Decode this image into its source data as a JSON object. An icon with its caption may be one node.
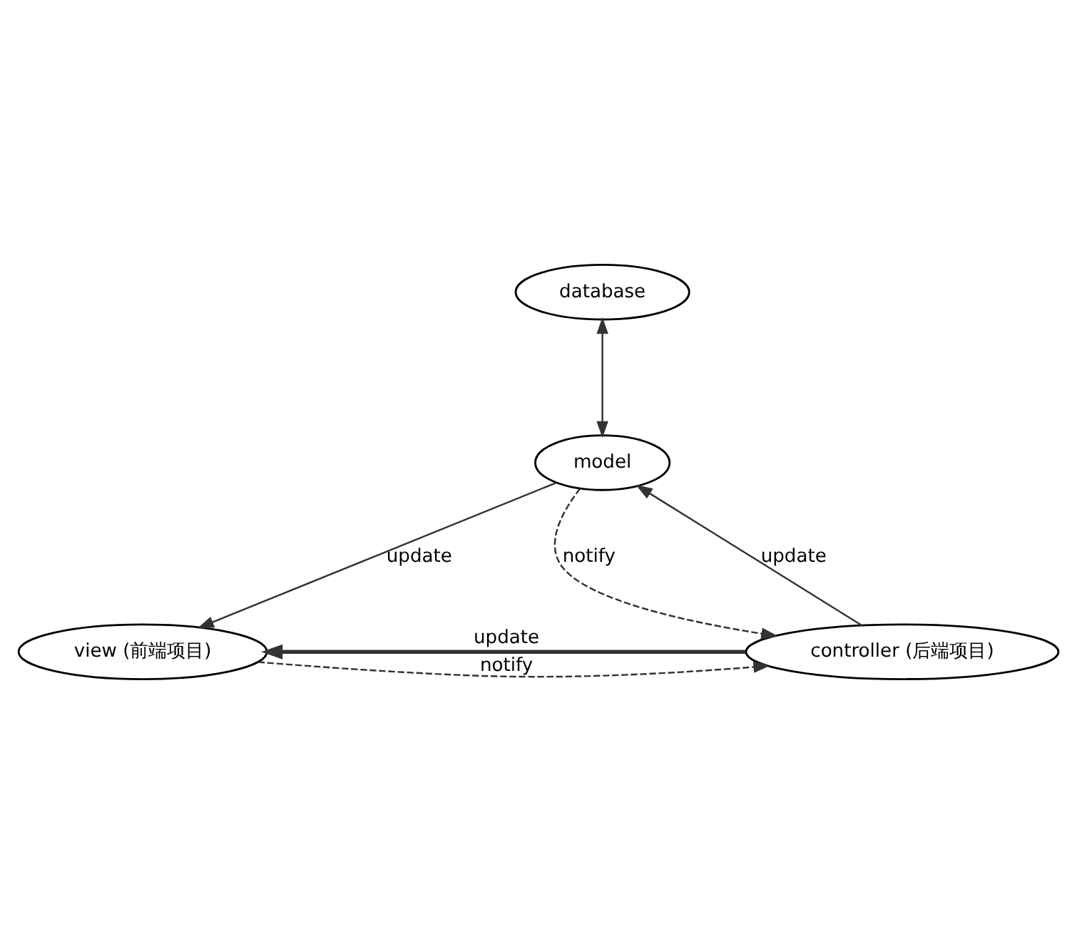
{
  "diagram": {
    "nodes": [
      {
        "text": [
          "database"
        ]
      },
      {
        "text": [
          "model"
        ]
      },
      {
        "text": [
          "view (前端项目)"
        ]
      },
      {
        "text": [
          "controller (后端项目)"
        ]
      }
    ],
    "edges": [
      {
        "from": 0,
        "to": 1,
        "arrow": "both"
      },
      {
        "from": 1,
        "to": 2,
        "arrow": "to",
        "label": "update"
      },
      {
        "from": 1,
        "to": 3,
        "arrow": "to",
        "label": "notify",
        "style": "dashed"
      },
      {
        "from": 3,
        "to": 1,
        "arrow": "to",
        "label": "update"
      },
      {
        "from": 3,
        "to": 2,
        "arrow": "to",
        "label": "update",
        "style": "thick"
      },
      {
        "from": 2,
        "to": 3,
        "arrow": "to",
        "label": "notify",
        "style": "dashed"
      }
    ]
  }
}
